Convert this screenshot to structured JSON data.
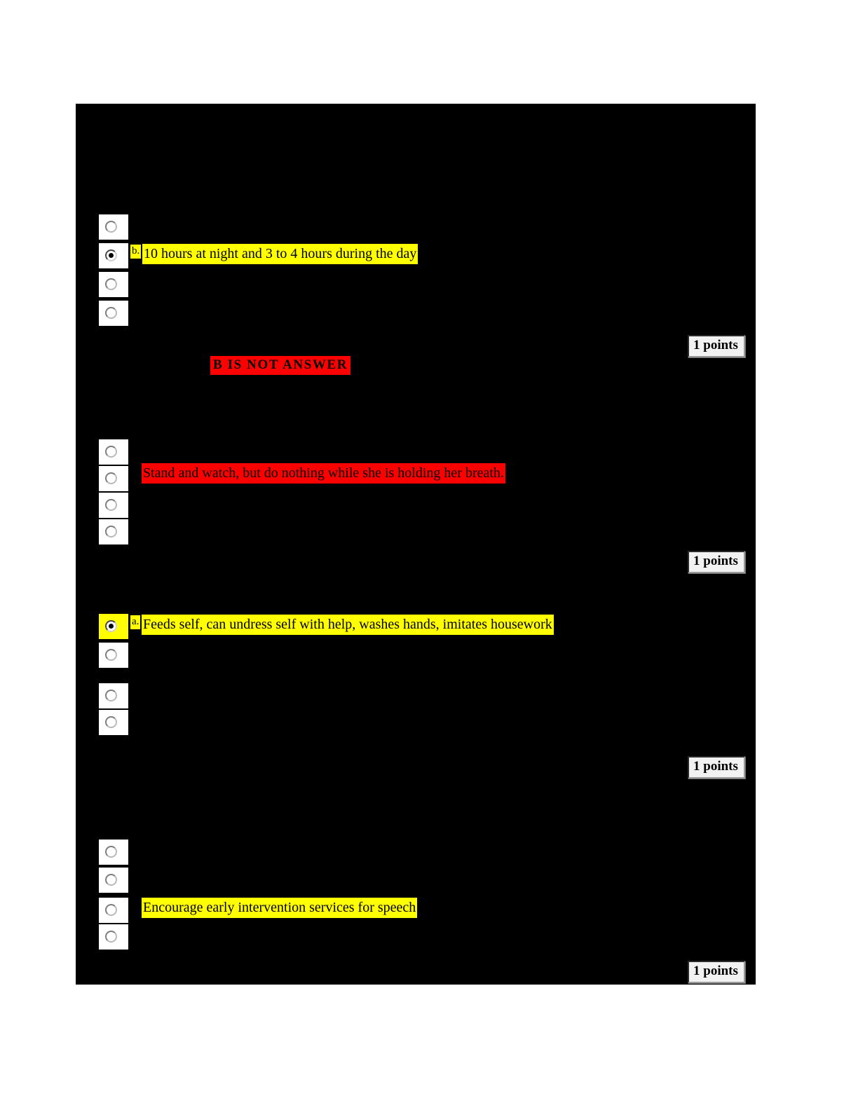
{
  "page": {
    "background": "#ffffff",
    "sheet_background": "#000000",
    "highlight_yellow": "#ffff00",
    "highlight_red": "#ff0000",
    "points_badge_background": "#f2f2f2"
  },
  "annotations": {
    "b_is_not_answer": "B IS NOT ANSWER"
  },
  "questions": [
    {
      "id": "question-1",
      "points_label": "1 points",
      "options": [
        {
          "letter": "",
          "text": "",
          "selected": false,
          "highlight": "none"
        },
        {
          "letter": "b.",
          "text": "10 hours at night and 3 to 4 hours during the day",
          "selected": true,
          "highlight": "yellow"
        },
        {
          "letter": "",
          "text": "",
          "selected": false,
          "highlight": "none"
        },
        {
          "letter": "",
          "text": "",
          "selected": false,
          "highlight": "none"
        }
      ]
    },
    {
      "id": "question-2",
      "points_label": "1 points",
      "options": [
        {
          "letter": "",
          "text": "",
          "selected": false,
          "highlight": "none"
        },
        {
          "letter": "",
          "text": "Stand and watch, but do nothing while she is holding her breath.",
          "selected": false,
          "highlight": "red"
        },
        {
          "letter": "",
          "text": "",
          "selected": false,
          "highlight": "none"
        },
        {
          "letter": "",
          "text": "",
          "selected": false,
          "highlight": "none"
        }
      ]
    },
    {
      "id": "question-3",
      "points_label": "1 points",
      "options": [
        {
          "letter": "a.",
          "text": "Feeds self, can undress self with help, washes hands, imitates housework",
          "selected": true,
          "highlight": "yellow"
        },
        {
          "letter": "",
          "text": "",
          "selected": false,
          "highlight": "none"
        },
        {
          "letter": "",
          "text": "",
          "selected": false,
          "highlight": "none"
        },
        {
          "letter": "",
          "text": "",
          "selected": false,
          "highlight": "none"
        }
      ]
    },
    {
      "id": "question-4",
      "points_label": "1 points",
      "options": [
        {
          "letter": "",
          "text": "",
          "selected": false,
          "highlight": "none"
        },
        {
          "letter": "",
          "text": "",
          "selected": false,
          "highlight": "none"
        },
        {
          "letter": "",
          "text": "Encourage early intervention services for speech",
          "selected": false,
          "highlight": "yellow"
        },
        {
          "letter": "",
          "text": "",
          "selected": false,
          "highlight": "none"
        }
      ]
    }
  ]
}
